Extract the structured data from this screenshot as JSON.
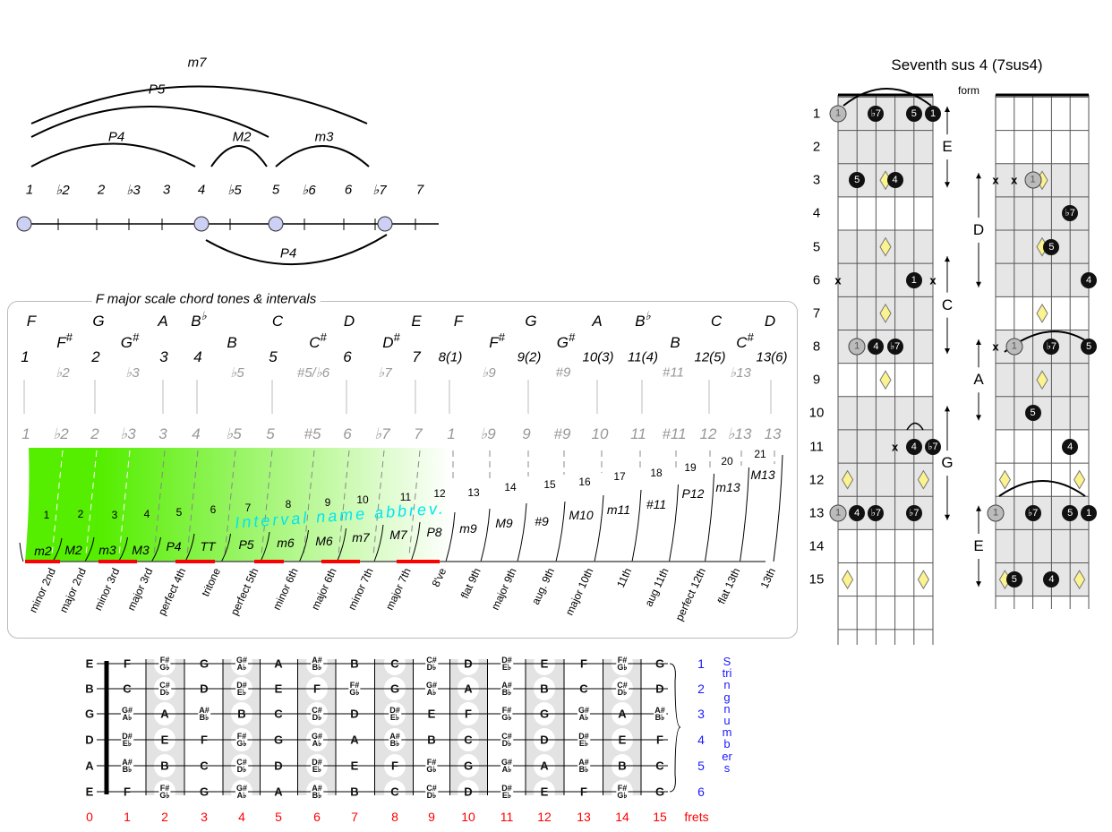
{
  "top_scale": {
    "degrees": [
      "1",
      "♭2",
      "2",
      "♭3",
      "3",
      "4",
      "♭5",
      "5",
      "♭6",
      "6",
      "♭7",
      "7"
    ],
    "arcs_above": [
      {
        "label": "m7",
        "from": "1",
        "to": "♭7"
      },
      {
        "label": "P5",
        "from": "1",
        "to": "5"
      },
      {
        "label": "P4",
        "from": "1",
        "to": "4"
      },
      {
        "label": "M2",
        "from": "4",
        "to": "5"
      },
      {
        "label": "m3",
        "from": "5",
        "to": "♭7"
      }
    ],
    "arcs_below": [
      {
        "label": "P4",
        "from": "4",
        "to": "♭7"
      }
    ],
    "marked_degrees": [
      "1",
      "4",
      "5",
      "♭7"
    ]
  },
  "scale_panel": {
    "title": "F major scale chord tones & intervals",
    "note_row1": [
      {
        "l": "F",
        "a": ""
      },
      {
        "l": "G",
        "a": ""
      },
      {
        "l": "A",
        "a": ""
      },
      {
        "l": "B",
        "a": "♭"
      },
      {
        "l": "C",
        "a": ""
      },
      {
        "l": "D",
        "a": ""
      },
      {
        "l": "E",
        "a": ""
      },
      {
        "l": "F",
        "a": ""
      },
      {
        "l": "G",
        "a": ""
      },
      {
        "l": "A",
        "a": ""
      },
      {
        "l": "B",
        "a": "♭"
      },
      {
        "l": "C",
        "a": ""
      },
      {
        "l": "D",
        "a": ""
      }
    ],
    "note_row2": [
      {
        "l": "F",
        "a": "#"
      },
      {
        "l": "G",
        "a": "#"
      },
      {
        "l": "B",
        "a": ""
      },
      {
        "l": "C",
        "a": "#"
      },
      {
        "l": "D",
        "a": "#"
      },
      {
        "l": "F",
        "a": "#"
      },
      {
        "l": "G",
        "a": "#"
      },
      {
        "l": "B",
        "a": ""
      },
      {
        "l": "C",
        "a": "#"
      }
    ],
    "scale_degrees": [
      "1",
      "2",
      "3",
      "4",
      "5",
      "6",
      "7",
      "8(1)",
      "9(2)",
      "10(3)",
      "11(4)",
      "12(5)",
      "13(6)"
    ],
    "altered_degrees": [
      "♭2",
      "♭3",
      "♭5",
      "#5/♭6",
      "♭7",
      "♭9",
      "#9",
      "#11",
      "♭13"
    ],
    "degree_row": [
      "1",
      "♭2",
      "2",
      "♭3",
      "3",
      "4",
      "♭5",
      "5",
      "#5",
      "6",
      "♭7",
      "7",
      "1",
      "♭9",
      "9",
      "#9",
      "10",
      "11",
      "#11",
      "12",
      "♭13",
      "13"
    ],
    "semitones": [
      "1",
      "2",
      "3",
      "4",
      "5",
      "6",
      "7",
      "8",
      "9",
      "10",
      "11",
      "12",
      "13",
      "14",
      "15",
      "16",
      "17",
      "18",
      "19",
      "20",
      "21"
    ],
    "abbrevs": [
      "m2",
      "M2",
      "m3",
      "M3",
      "P4",
      "TT",
      "P5",
      "m6",
      "M6",
      "m7",
      "M7",
      "P8",
      "m9",
      "M9",
      "#9",
      "M10",
      "m11",
      "#11",
      "P12",
      "m13",
      "M13"
    ],
    "interval_names": [
      "minor 2nd",
      "major 2nd",
      "minor 3rd",
      "major 3rd",
      "perfect 4th",
      "tritone",
      "perfect 5th",
      "minor 6th",
      "major 6th",
      "minor 7th",
      "major 7th",
      "8've",
      "flat 9th",
      "major 9th",
      "aug. 9th",
      "major 10th",
      "11th",
      "aug 11th",
      "perfect 12th",
      "flat 13th",
      "13th"
    ],
    "overlay_label": "Interval name abbrev.",
    "colors": {
      "gradient_start": "#55ee00",
      "highlight": "#ff0000",
      "overlay": "#00e5ee"
    }
  },
  "chord_chart": {
    "title": "Seventh sus 4 (7sus4)",
    "subtitle": "form",
    "fret_numbers": [
      "1",
      "2",
      "3",
      "4",
      "5",
      "6",
      "7",
      "8",
      "9",
      "10",
      "11",
      "12",
      "13",
      "14",
      "15"
    ],
    "inlays_single": [
      3,
      5,
      7,
      9
    ],
    "inlays_double": [
      12,
      15
    ],
    "boards": [
      {
        "shaded_frets": [
          1,
          2,
          3,
          5,
          6,
          7,
          8,
          10,
          11,
          12,
          13
        ],
        "dots": [
          {
            "f": 1,
            "s": 0,
            "t": "1",
            "k": "root"
          },
          {
            "f": 1,
            "s": 2,
            "t": "♭7",
            "k": "tone"
          },
          {
            "f": 1,
            "s": 4,
            "t": "5",
            "k": "tone"
          },
          {
            "f": 1,
            "s": 5,
            "t": "1",
            "k": "tone"
          },
          {
            "f": 3,
            "s": 1,
            "t": "5",
            "k": "tone"
          },
          {
            "f": 3,
            "s": 3,
            "t": "4",
            "k": "tone"
          },
          {
            "f": 6,
            "s": 0,
            "t": "x",
            "k": "mute"
          },
          {
            "f": 6,
            "s": 4,
            "t": "1",
            "k": "tone"
          },
          {
            "f": 6,
            "s": 5,
            "t": "x",
            "k": "mute"
          },
          {
            "f": 8,
            "s": 1,
            "t": "1",
            "k": "root"
          },
          {
            "f": 8,
            "s": 2,
            "t": "4",
            "k": "tone"
          },
          {
            "f": 8,
            "s": 3,
            "t": "♭7",
            "k": "tone"
          },
          {
            "f": 11,
            "s": 3,
            "t": "x",
            "k": "mute"
          },
          {
            "f": 11,
            "s": 4,
            "t": "4",
            "k": "tone"
          },
          {
            "f": 11,
            "s": 5,
            "t": "♭7",
            "k": "tone"
          },
          {
            "f": 13,
            "s": 0,
            "t": "1",
            "k": "root"
          },
          {
            "f": 13,
            "s": 1,
            "t": "4",
            "k": "tone"
          },
          {
            "f": 13,
            "s": 2,
            "t": "♭7",
            "k": "tone"
          },
          {
            "f": 13,
            "s": 4,
            "t": "♭7",
            "k": "tone"
          }
        ],
        "forms": [
          {
            "label": "E",
            "from": 1,
            "to": 3
          },
          {
            "label": "C",
            "from": 5.5,
            "to": 8
          },
          {
            "label": "G",
            "from": 10,
            "to": 13
          }
        ]
      },
      {
        "shaded_frets": [
          3,
          4,
          5,
          6,
          8,
          9,
          10,
          13,
          14,
          15
        ],
        "dots": [
          {
            "f": 3,
            "s": 0,
            "t": "x",
            "k": "mute"
          },
          {
            "f": 3,
            "s": 1,
            "t": "x",
            "k": "mute"
          },
          {
            "f": 3,
            "s": 2,
            "t": "1",
            "k": "root"
          },
          {
            "f": 4,
            "s": 4,
            "t": "♭7",
            "k": "tone"
          },
          {
            "f": 5,
            "s": 3,
            "t": "5",
            "k": "tone"
          },
          {
            "f": 6,
            "s": 5,
            "t": "4",
            "k": "tone"
          },
          {
            "f": 8,
            "s": 0,
            "t": "x",
            "k": "mute"
          },
          {
            "f": 8,
            "s": 1,
            "t": "1",
            "k": "root"
          },
          {
            "f": 8,
            "s": 3,
            "t": "♭7",
            "k": "tone"
          },
          {
            "f": 8,
            "s": 5,
            "t": "5",
            "k": "tone"
          },
          {
            "f": 10,
            "s": 2,
            "t": "5",
            "k": "tone"
          },
          {
            "f": 11,
            "s": 4,
            "t": "4",
            "k": "tone"
          },
          {
            "f": 13,
            "s": 0,
            "t": "1",
            "k": "root"
          },
          {
            "f": 13,
            "s": 2,
            "t": "♭7",
            "k": "tone"
          },
          {
            "f": 13,
            "s": 4,
            "t": "5",
            "k": "tone"
          },
          {
            "f": 13,
            "s": 5,
            "t": "1",
            "k": "tone"
          },
          {
            "f": 15,
            "s": 1,
            "t": "5",
            "k": "tone"
          },
          {
            "f": 15,
            "s": 3,
            "t": "4",
            "k": "tone"
          }
        ],
        "forms": [
          {
            "label": "D",
            "from": 3,
            "to": 6
          },
          {
            "label": "A",
            "from": 8,
            "to": 10
          },
          {
            "label": "E",
            "from": 13,
            "to": 15
          }
        ]
      }
    ]
  },
  "fretboard": {
    "strings": [
      {
        "open": "E",
        "notes": [
          "F",
          [
            "F#",
            "G♭"
          ],
          "G",
          [
            "G#",
            "A♭"
          ],
          "A",
          [
            "A#",
            "B♭"
          ],
          "B",
          "C",
          [
            "C#",
            "D♭"
          ],
          "D",
          [
            "D#",
            "E♭"
          ],
          "E",
          "F",
          [
            "F#",
            "G♭"
          ],
          "G"
        ]
      },
      {
        "open": "B",
        "notes": [
          "C",
          [
            "C#",
            "D♭"
          ],
          "D",
          [
            "D#",
            "E♭"
          ],
          "E",
          "F",
          [
            "F#",
            "G♭"
          ],
          "G",
          [
            "G#",
            "A♭"
          ],
          "A",
          [
            "A#",
            "B♭"
          ],
          "B",
          "C",
          [
            "C#",
            "D♭"
          ],
          "D"
        ]
      },
      {
        "open": "G",
        "notes": [
          [
            "G#",
            "A♭"
          ],
          "A",
          [
            "A#",
            "B♭"
          ],
          "B",
          "C",
          [
            "C#",
            "D♭"
          ],
          "D",
          [
            "D#",
            "E♭"
          ],
          "E",
          "F",
          [
            "F#",
            "G♭"
          ],
          "G",
          [
            "G#",
            "A♭"
          ],
          "A",
          [
            "A#",
            "B♭"
          ]
        ]
      },
      {
        "open": "D",
        "notes": [
          [
            "D#",
            "E♭"
          ],
          "E",
          "F",
          [
            "F#",
            "G♭"
          ],
          "G",
          [
            "G#",
            "A♭"
          ],
          "A",
          [
            "A#",
            "B♭"
          ],
          "B",
          "C",
          [
            "C#",
            "D♭"
          ],
          "D",
          [
            "D#",
            "E♭"
          ],
          "E",
          "F"
        ]
      },
      {
        "open": "A",
        "notes": [
          [
            "A#",
            "B♭"
          ],
          "B",
          "C",
          [
            "C#",
            "D♭"
          ],
          "D",
          [
            "D#",
            "E♭"
          ],
          "E",
          "F",
          [
            "F#",
            "G♭"
          ],
          "G",
          [
            "G#",
            "A♭"
          ],
          "A",
          [
            "A#",
            "B♭"
          ],
          "B",
          "C"
        ]
      },
      {
        "open": "E",
        "notes": [
          "F",
          [
            "F#",
            "G♭"
          ],
          "G",
          [
            "G#",
            "A♭"
          ],
          "A",
          [
            "A#",
            "B♭"
          ],
          "B",
          "C",
          [
            "C#",
            "D♭"
          ],
          "D",
          [
            "D#",
            "E♭"
          ],
          "E",
          "F",
          [
            "F#",
            "G♭"
          ],
          "G"
        ]
      }
    ],
    "fret_numbers": [
      "0",
      "1",
      "2",
      "3",
      "4",
      "5",
      "6",
      "7",
      "8",
      "9",
      "10",
      "11",
      "12",
      "13",
      "14",
      "15"
    ],
    "frets_label": "frets",
    "string_numbers": [
      "1",
      "2",
      "3",
      "4",
      "5",
      "6"
    ],
    "string_numbers_label": "Stringnumbers",
    "colors": {
      "fret_numbers": "#ff0000",
      "string_numbers": "#1a1aff"
    }
  }
}
